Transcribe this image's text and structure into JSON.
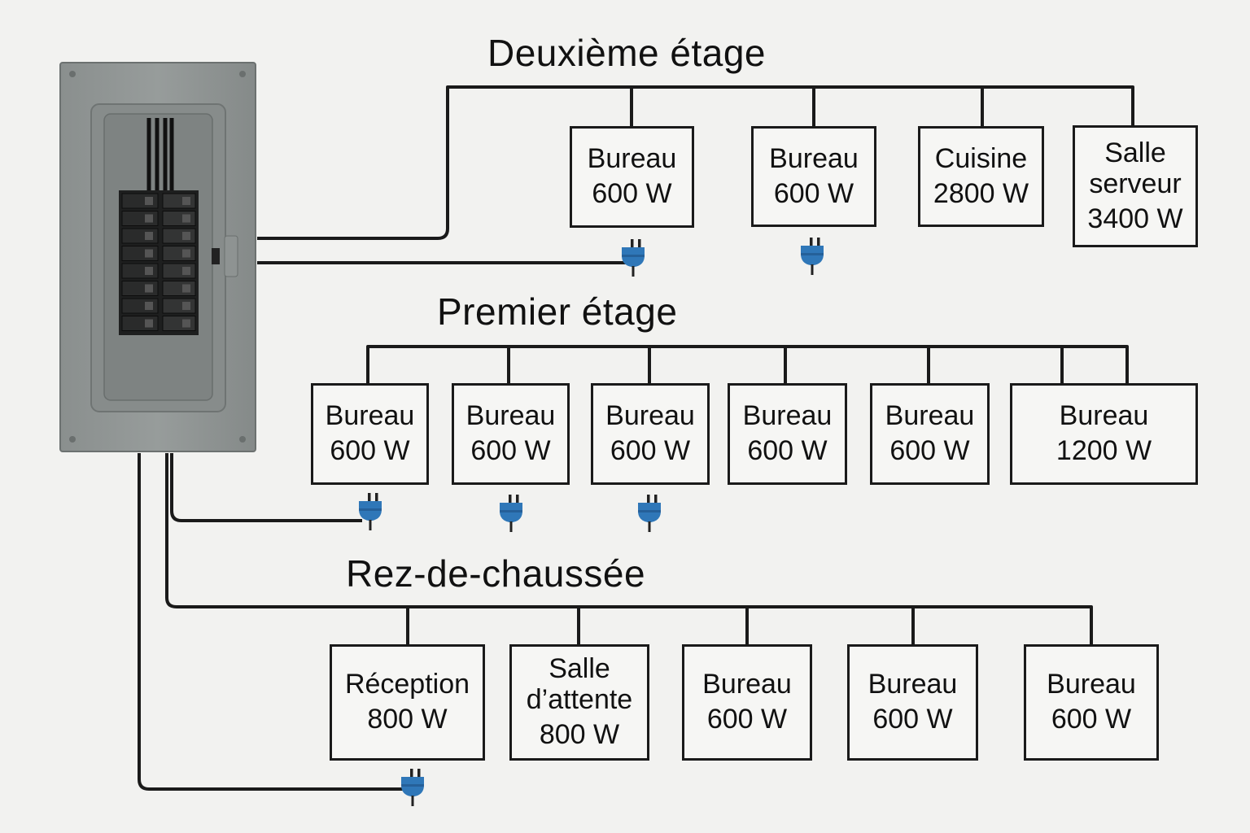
{
  "floors": [
    {
      "title": "Deuxième étage",
      "rooms": [
        {
          "name": "Bureau",
          "power": "600 W",
          "outlet": true
        },
        {
          "name": "Bureau",
          "power": "600 W",
          "outlet": true
        },
        {
          "name": "Cuisine",
          "power": "2800 W",
          "outlet": false
        },
        {
          "name": "Salle\nserveur",
          "power": "3400 W",
          "outlet": false
        }
      ]
    },
    {
      "title": "Premier étage",
      "rooms": [
        {
          "name": "Bureau",
          "power": "600 W",
          "outlet": true
        },
        {
          "name": "Bureau",
          "power": "600 W",
          "outlet": true
        },
        {
          "name": "Bureau",
          "power": "600 W",
          "outlet": true
        },
        {
          "name": "Bureau",
          "power": "600 W",
          "outlet": false
        },
        {
          "name": "Bureau",
          "power": "600 W",
          "outlet": false
        },
        {
          "name": "Bureau",
          "power": "1200 W",
          "outlet": false
        }
      ]
    },
    {
      "title": "Rez-de-chaussée",
      "rooms": [
        {
          "name": "Réception",
          "power": "800 W",
          "outlet": true
        },
        {
          "name": "Salle\nd’attente",
          "power": "800 W",
          "outlet": false
        },
        {
          "name": "Bureau",
          "power": "600 W",
          "outlet": false
        },
        {
          "name": "Bureau",
          "power": "600 W",
          "outlet": false
        },
        {
          "name": "Bureau",
          "power": "600 W",
          "outlet": false
        }
      ]
    }
  ],
  "colors": {
    "panel": "#8f9493",
    "wire": "#1a1a1a",
    "outlet": "#2f77b8"
  },
  "icons": {
    "panel": "electrical-panel-icon",
    "outlet": "plug-outlet-icon"
  }
}
